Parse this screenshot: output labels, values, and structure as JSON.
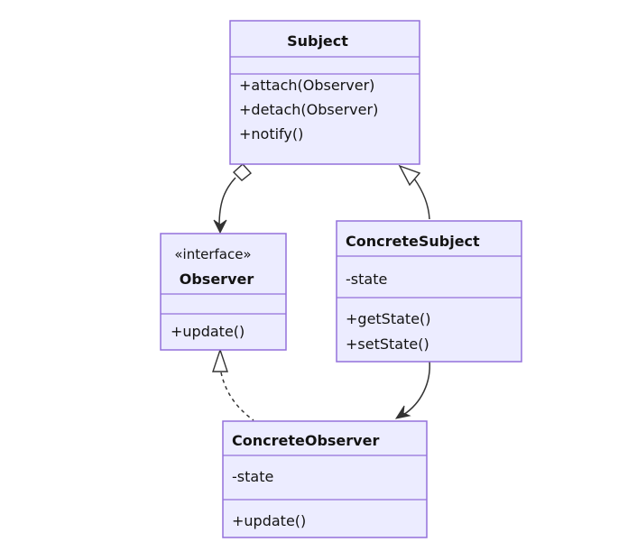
{
  "colors": {
    "background": "#FFFFFF",
    "box_fill": "#ECECFF",
    "box_border": "#9370DB",
    "edge_line": "#333333",
    "text": "#131313"
  },
  "classes": {
    "subject": {
      "name": "Subject",
      "attributes": [],
      "methods": [
        "+attach(Observer)",
        "+detach(Observer)",
        "+notify()"
      ]
    },
    "observer": {
      "stereotype": "«interface»",
      "name": "Observer",
      "attributes": [],
      "methods": [
        "+update()"
      ]
    },
    "concrete_subject": {
      "name": "ConcreteSubject",
      "attributes": [
        "-state"
      ],
      "methods": [
        "+getState()",
        "+setState()"
      ]
    },
    "concrete_observer": {
      "name": "ConcreteObserver",
      "attributes": [
        "-state"
      ],
      "methods": [
        "+update()"
      ]
    }
  },
  "relations": [
    {
      "from": "Subject",
      "to": "Observer",
      "type": "aggregation",
      "line": "solid",
      "source_marker": "open-diamond",
      "target_marker": "arrow"
    },
    {
      "from": "ConcreteSubject",
      "to": "Subject",
      "type": "inheritance",
      "line": "solid",
      "target_marker": "hollow-triangle"
    },
    {
      "from": "ConcreteSubject",
      "to": "ConcreteObserver",
      "type": "association",
      "line": "solid",
      "target_marker": "arrow"
    },
    {
      "from": "ConcreteObserver",
      "to": "Observer",
      "type": "realization",
      "line": "dashed",
      "target_marker": "hollow-triangle"
    }
  ]
}
